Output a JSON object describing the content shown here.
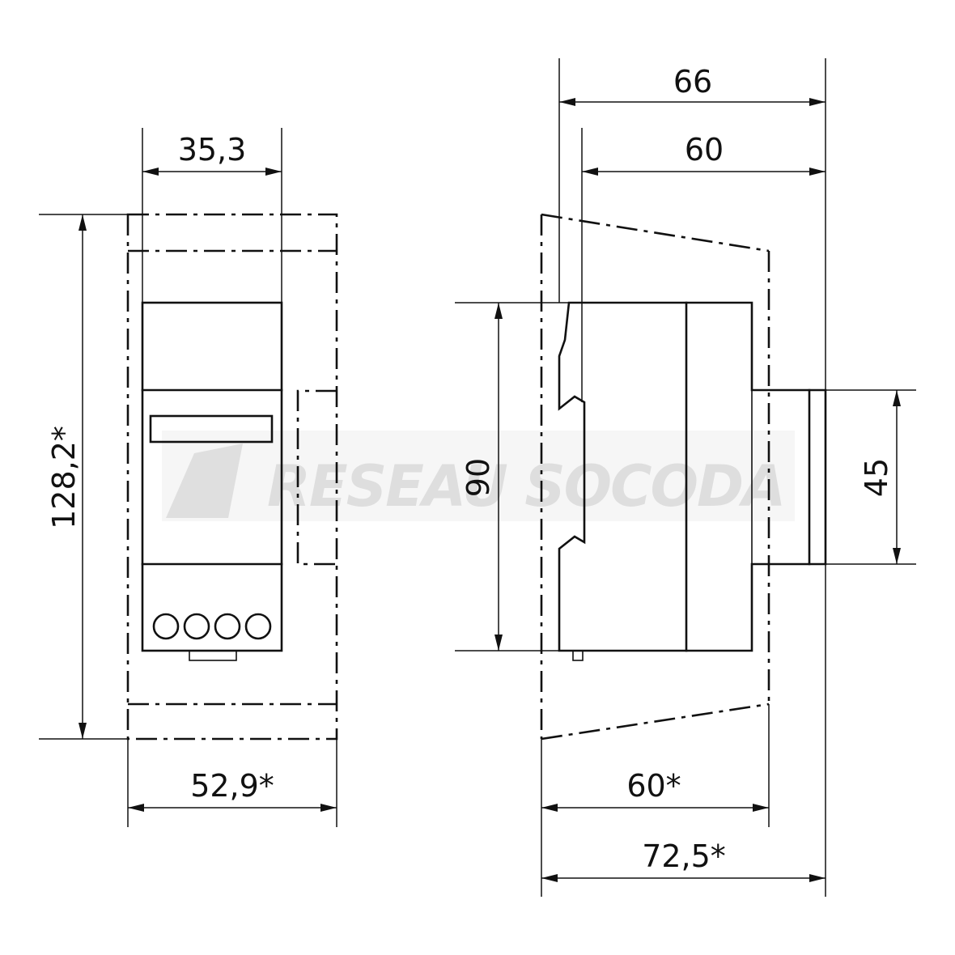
{
  "front_view": {
    "dim_width_top": "35,3",
    "dim_height": "128,2*",
    "dim_width_bottom": "52,9*"
  },
  "side_view": {
    "dim_top_outer": "66",
    "dim_top_inner": "60",
    "dim_height_body": "90",
    "dim_rail": "45",
    "dim_bottom_inner": "60*",
    "dim_bottom_outer": "72,5*"
  },
  "watermark": {
    "text": "RESEAU SOCODA"
  },
  "colors": {
    "line": "#111111",
    "watermark": "#d6d6d6",
    "background": "#ffffff"
  }
}
